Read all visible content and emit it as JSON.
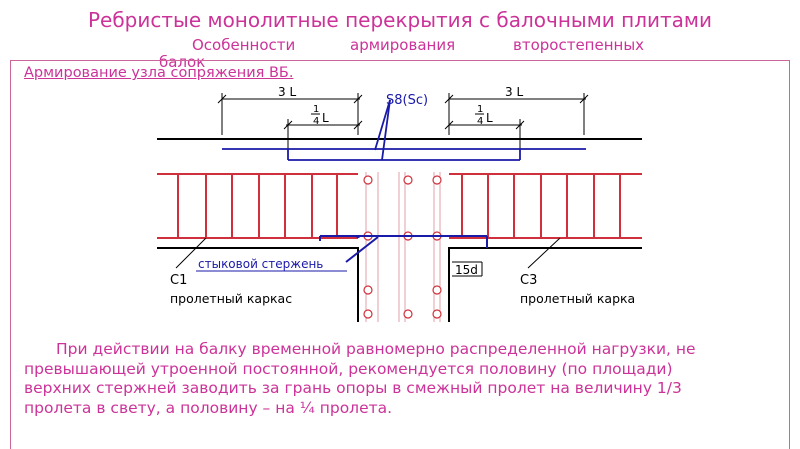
{
  "title": "Ребристые монолитные перекрытия с балочными плитами",
  "subtitle": {
    "w1": "Особенности",
    "w2": "армирования",
    "w3": "второстепенных",
    "w4": "балок"
  },
  "section_label": "Армирование узла сопряжения ВБ.",
  "diagram": {
    "dim_left": "3 L",
    "dim_right": "3 L",
    "quarter_num": "1",
    "quarter_den": "4",
    "quarter_L": "L",
    "rebar_mark": "S8(Sc)",
    "joint_bar": "стыковой стержень",
    "anchor": "15d",
    "c1": "С1",
    "c1_caption": "пролетный каркас",
    "c3": "С3",
    "c3_caption": "пролетный карка"
  },
  "body_text": "При действии на балку временной равномерно распределенной нагрузки, не превышающей утроенной постоянной, рекомендуется половину (по площади) верхних стержней заводить за грань опоры в смежный пролет на величину 1/3 пролета в свету, а половину – на ¼ пролета.",
  "colors": {
    "accent": "#cc3399",
    "rebar_red": "#d0303c",
    "rebar_blue": "#1a1aa8",
    "line": "#000000"
  }
}
